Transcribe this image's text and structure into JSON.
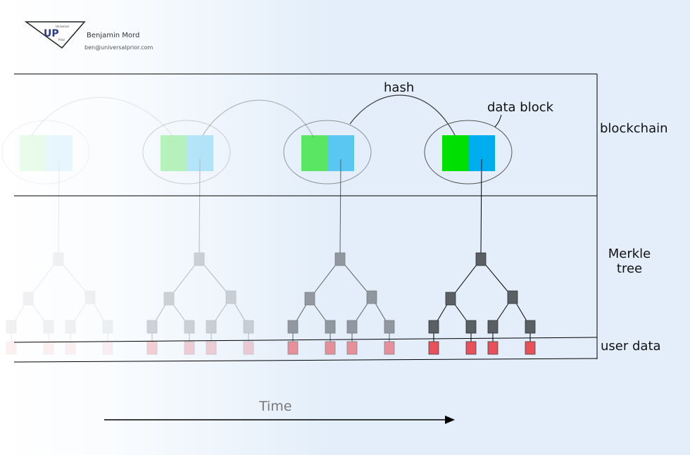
{
  "author": {
    "logo_text": "UP",
    "logo_small_1": "Universal",
    "logo_small_2": "Prior",
    "name": "Benjamin Mord",
    "email": "ben@universalprior.com"
  },
  "labels": {
    "hash": "hash",
    "data_block": "data block",
    "blockchain": "blockchain",
    "merkle_line1": "Merkle",
    "merkle_line2": "tree",
    "user_data": "user data",
    "time": "Time"
  },
  "colors": {
    "background": "#e3eefa",
    "hash_green": "#00e000",
    "data_blue": "#00aeef",
    "tree_node": "#5a5f63",
    "user_data_fill": "#e8505a",
    "frame": "#000000"
  },
  "blocks": [
    {
      "opacity": 0.08
    },
    {
      "opacity": 0.25
    },
    {
      "opacity": 0.6
    },
    {
      "opacity": 1.0
    }
  ]
}
